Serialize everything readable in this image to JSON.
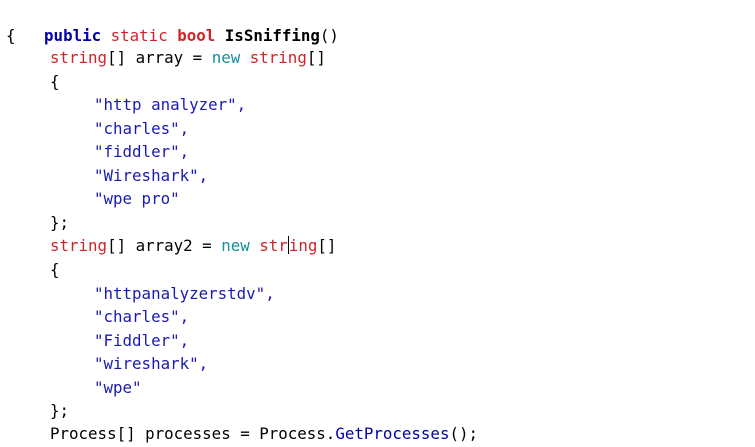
{
  "code": {
    "l1": {
      "kw_public": "public",
      "kw_static": "static",
      "kw_bool": "bool",
      "method": "IsSniffing",
      "parens": "()"
    },
    "l2": {
      "brace": "{"
    },
    "l3": {
      "type": "string",
      "rest": "[] array = ",
      "kw_new": "new",
      "type2": "string",
      "tail": "[]"
    },
    "l4": {
      "brace": "{"
    },
    "array1": [
      "\"http analyzer\",",
      "\"charles\",",
      "\"fiddler\",",
      "\"Wireshark\",",
      "\"wpe pro\""
    ],
    "l10": {
      "close": "};"
    },
    "l11": {
      "type": "string",
      "rest": "[] array2 = ",
      "kw_new": "new",
      "type2_a": "str",
      "type2_b": "ing",
      "tail": "[]"
    },
    "l12": {
      "brace": "{"
    },
    "array2": [
      "\"httpanalyzerstdv\",",
      "\"charles\",",
      "\"Fiddler\",",
      "\"wireshark\",",
      "\"wpe\""
    ],
    "l18": {
      "close": "};"
    },
    "l19": {
      "type": "Process",
      "rest": "[] processes = Process.",
      "method": "GetProcesses",
      "tail": "();"
    }
  },
  "colors": {
    "keyword_red": "#d2232a",
    "keyword_blue": "#0000aa",
    "keyword_teal": "#14909a",
    "string": "#1a1ab4"
  }
}
